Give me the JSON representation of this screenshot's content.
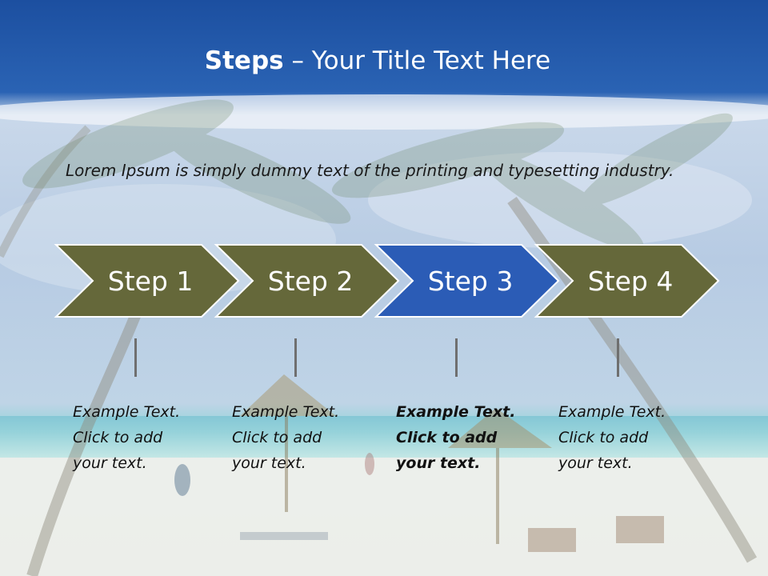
{
  "slide": {
    "title_bold": "Steps",
    "title_rest": " – Your Title Text Here",
    "intro": "Lorem Ipsum is simply dummy text of the printing and typesetting industry."
  },
  "steps": [
    {
      "label": "Step 1",
      "active": false
    },
    {
      "label": "Step 2",
      "active": false
    },
    {
      "label": "Step 3",
      "active": true
    },
    {
      "label": "Step 4",
      "active": false
    }
  ],
  "notes": [
    {
      "lines": [
        "Example Text.",
        "Click  to add",
        "your text."
      ],
      "bold": false
    },
    {
      "lines": [
        "Example Text.",
        "Click  to add",
        "your text."
      ],
      "bold": false
    },
    {
      "lines": [
        "Example Text.",
        "Click  to add",
        "your text."
      ],
      "bold": true
    },
    {
      "lines": [
        "Example Text.",
        "Click  to add",
        "your text."
      ],
      "bold": false
    }
  ],
  "colors": {
    "step_fill": "#65683a",
    "step_active": "#2b5cb6",
    "header_blue": "#1f56a8"
  }
}
